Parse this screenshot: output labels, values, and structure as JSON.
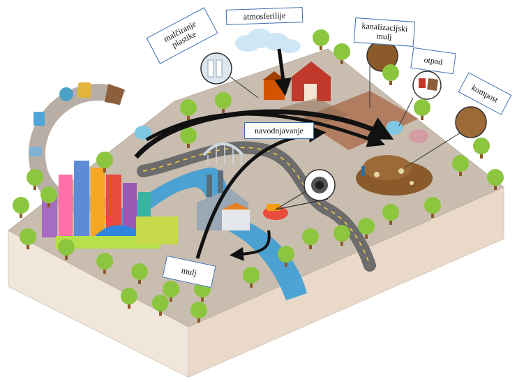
{
  "labels": {
    "atmosferilije": "atmosferilije",
    "malciranje_line1": "malčiranje",
    "malciranje_line2": "plastike",
    "kanalizacijski_line1": "kanalizacijski",
    "kanalizacijski_line2": "mulj",
    "otpad": "otpad",
    "kompost": "kompost",
    "navodnjavanje": "navodnjavanje",
    "mulj": "mulj"
  },
  "colors": {
    "box_border": "#3b6fb0",
    "ground_top": "#c9bdb0",
    "ground_side": "#f1e6dc",
    "river": "#3d9fd6",
    "road": "#6c6c6c",
    "tree_leaf": "#8cc63f",
    "tree_trunk": "#8b5a2b",
    "cycle_arrow": "#b0a59b",
    "flow_arrow": "#111111",
    "barn": "#c0392b",
    "compost": "#8a5a2b"
  },
  "icons": [
    "cloud-icon",
    "barn-icon",
    "factory-icon",
    "city-icon",
    "river-icon",
    "road-icon",
    "car-icon",
    "compost-heap-icon",
    "plastic-bag-icon",
    "drain-icon",
    "tree-icon"
  ]
}
